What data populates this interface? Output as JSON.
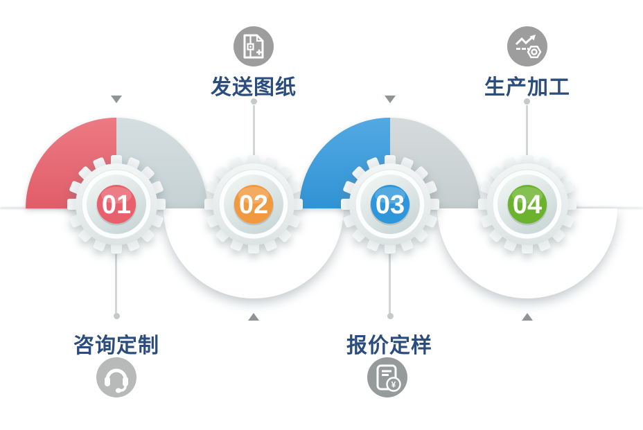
{
  "diagram": {
    "type": "process-flow-gears",
    "background": "#ffffff",
    "label_color": "#2b4d7e",
    "line_color": "#d3d6d6",
    "dot_color": "#c6c9c9",
    "triangle_color": "#8f9596",
    "baseline_gradient_color": "#8c969b",
    "icon_glyph_color": "#ffffff",
    "steps": [
      {
        "number": "01",
        "label": "咨询定制",
        "accent": "#e8606c",
        "icon": "headset-icon",
        "icon_bg": "#b8baba",
        "label_position": "bottom",
        "semicircle": {
          "position": "top",
          "left": "#e8606c",
          "right": "#ccd8da"
        }
      },
      {
        "number": "02",
        "label": "发送图纸",
        "accent": "#f0993f",
        "icon": "blueprint-icon",
        "icon_bg": "#9d9d9d",
        "label_position": "top",
        "semicircle": {
          "position": "bottom",
          "fill": "#ffffff"
        }
      },
      {
        "number": "03",
        "label": "报价定样",
        "accent": "#2e96da",
        "icon": "price-document-icon",
        "icon_bg": "#969a9b",
        "badge": "¥",
        "label_position": "bottom",
        "semicircle": {
          "position": "top",
          "left": "#3298dc",
          "right": "#ccd4d5"
        }
      },
      {
        "number": "04",
        "label": "生产加工",
        "accent": "#6cb32d",
        "icon": "production-chart-icon",
        "icon_bg": "#9d9d9d",
        "label_position": "top",
        "semicircle": {
          "position": "bottom",
          "fill": "#ffffff"
        }
      }
    ]
  }
}
